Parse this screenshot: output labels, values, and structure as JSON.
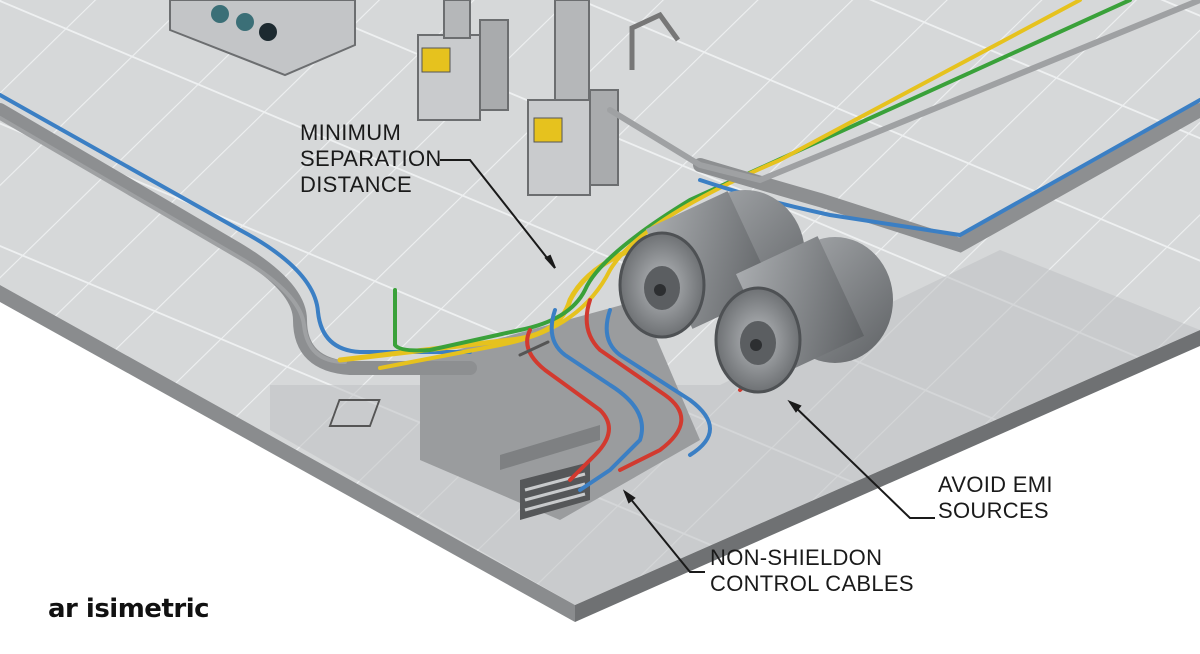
{
  "diagram": {
    "callouts": {
      "separation": [
        "MINIMUM",
        "SEPARATION",
        "DISTANCE"
      ],
      "emi": [
        "AVOID EMI",
        "SOURCES"
      ],
      "cables": [
        "NON-SHIELDON",
        "CONTROL CABLES"
      ]
    },
    "logo": "ar isimetric",
    "colors": {
      "floor": "#d3d5d6",
      "floor_edge": "#8a8c8e",
      "trench": "#9a9c9e",
      "cable_blue": "#3b7fc4",
      "cable_green": "#3aa13a",
      "cable_yellow": "#e6c21e",
      "cable_red": "#d23a2f",
      "motor": "#8c8f92"
    }
  }
}
